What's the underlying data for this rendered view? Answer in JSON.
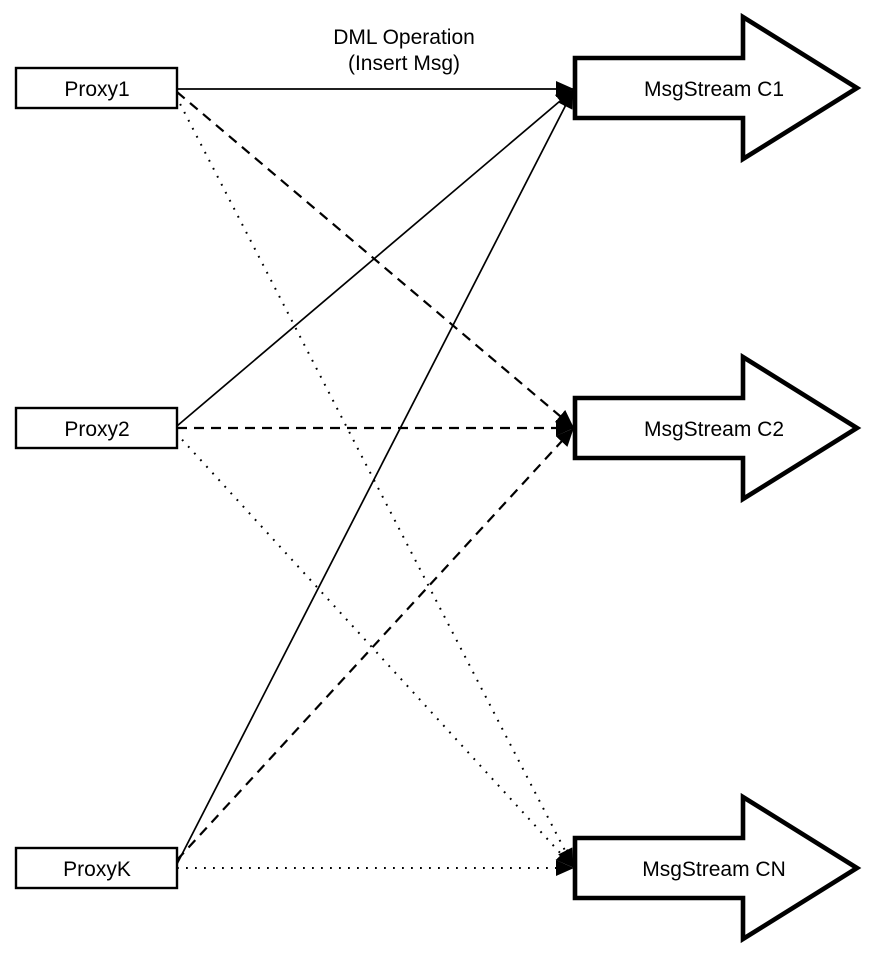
{
  "diagram": {
    "background_color": "#ffffff",
    "stroke_color": "#000000",
    "fill_color": "#ffffff",
    "title": {
      "line1": "DML Operation",
      "line2": "(Insert Msg)"
    },
    "proxies": [
      {
        "label": "Proxy1"
      },
      {
        "label": "Proxy2"
      },
      {
        "label": "ProxyK"
      }
    ],
    "streams": [
      {
        "label": "MsgStream C1"
      },
      {
        "label": "MsgStream C2"
      },
      {
        "label": "MsgStream CN"
      }
    ],
    "edges": [
      {
        "from": "Proxy1",
        "to": "MsgStream C1",
        "style": "solid",
        "label": "DML Operation (Insert Msg)"
      },
      {
        "from": "Proxy1",
        "to": "MsgStream C2",
        "style": "dashed",
        "label": ""
      },
      {
        "from": "Proxy1",
        "to": "MsgStream CN",
        "style": "dotted",
        "label": ""
      },
      {
        "from": "Proxy2",
        "to": "MsgStream C1",
        "style": "solid",
        "label": ""
      },
      {
        "from": "Proxy2",
        "to": "MsgStream C2",
        "style": "dashed",
        "label": ""
      },
      {
        "from": "Proxy2",
        "to": "MsgStream CN",
        "style": "dotted",
        "label": ""
      },
      {
        "from": "ProxyK",
        "to": "MsgStream C1",
        "style": "solid",
        "label": ""
      },
      {
        "from": "ProxyK",
        "to": "MsgStream C2",
        "style": "dashed",
        "label": ""
      },
      {
        "from": "ProxyK",
        "to": "MsgStream CN",
        "style": "dotted",
        "label": ""
      }
    ]
  }
}
